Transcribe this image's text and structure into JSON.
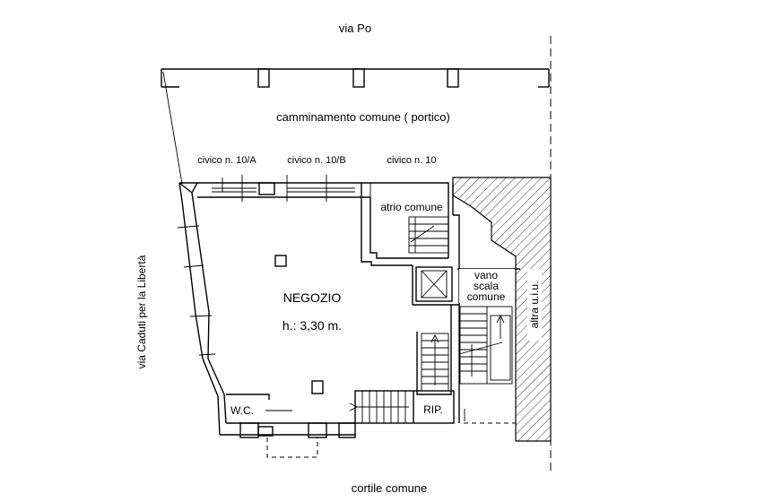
{
  "labels": {
    "street_top": "via Po",
    "street_left": "via Caduti per la Libertà",
    "courtyard": "cortile comune",
    "portico": "camminamento comune ( portico)",
    "civico_10a": "civico n. 10/A",
    "civico_10b": "civico n. 10/B",
    "civico_10": "civico n. 10",
    "atrio": "atrio comune",
    "vano_line1": "vano",
    "vano_line2": "scala",
    "vano_line3": "comune",
    "altra": "altra u.i.u.",
    "negozio": "NEGOZIO",
    "height": "h.: 3,30 m.",
    "wc": "W.C.",
    "rip": "RIP."
  }
}
